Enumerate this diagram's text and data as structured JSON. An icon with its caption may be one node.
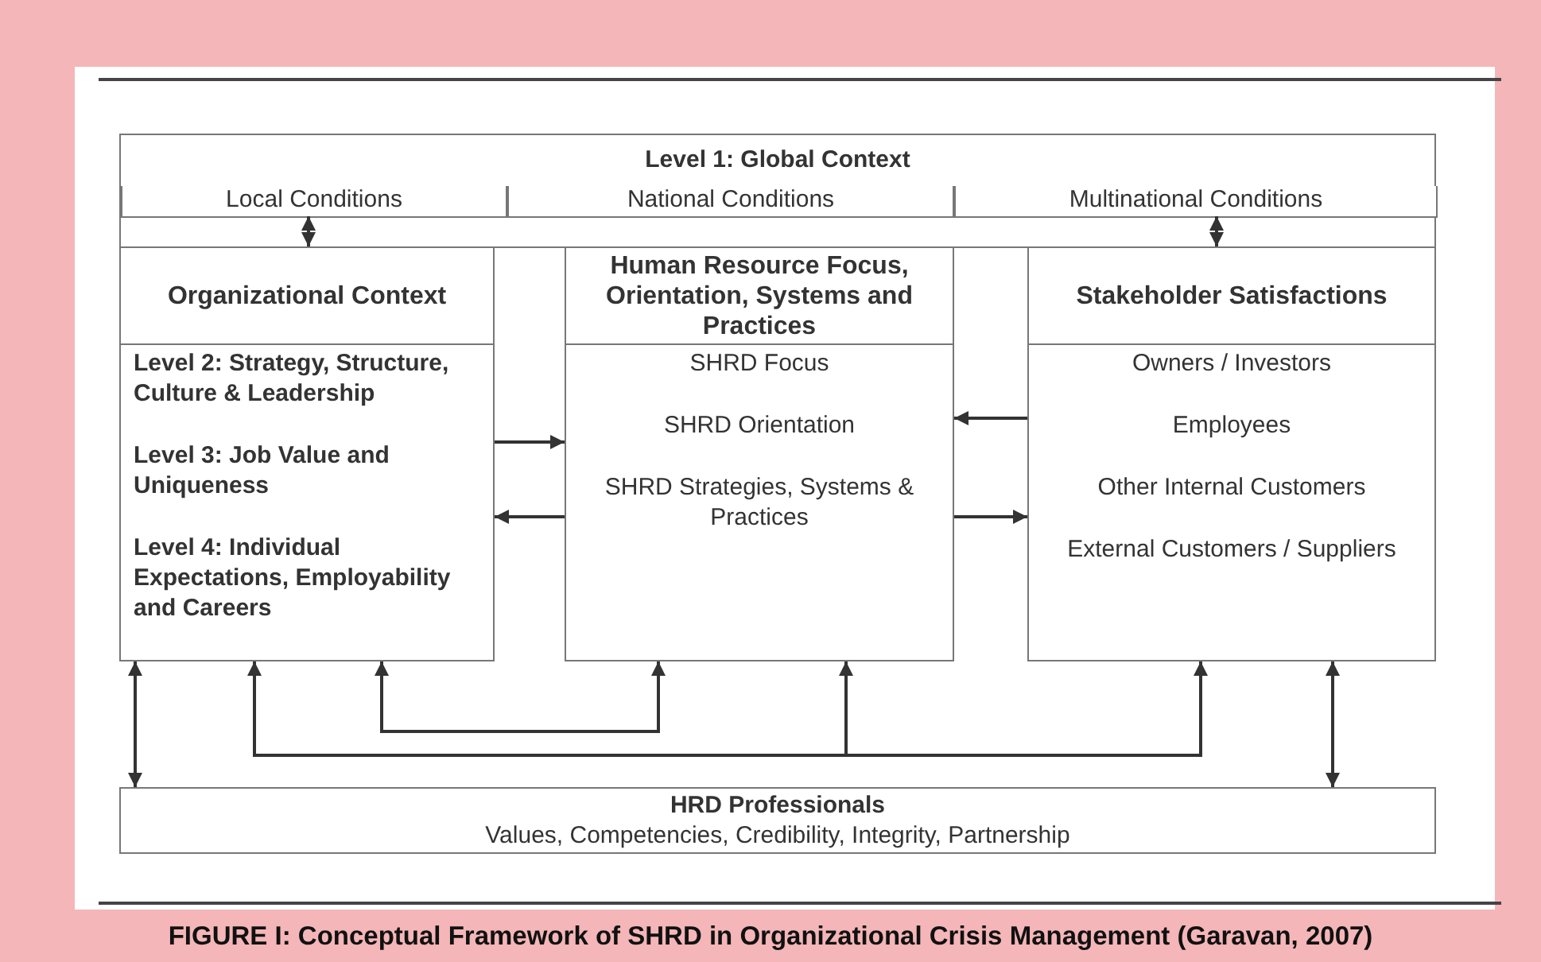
{
  "diagram": {
    "caption": "FIGURE I: Conceptual Framework of SHRD in Organizational Crisis Management (Garavan, 2007)",
    "nodes": [
      {
        "text": [
          "Level 1: Global Context"
        ]
      },
      {
        "text": [
          "Local Conditions"
        ],
        "in": 0
      },
      {
        "text": [
          "National Conditions"
        ],
        "in": 0
      },
      {
        "text": [
          "Multinational Conditions"
        ],
        "in": 0
      },
      {
        "text": [
          "Organizational Context",
          "Level 2: Strategy, Structure, Culture & Leadership",
          "Level 3: Job Value and Uniqueness",
          "Level 4: Individual Expectations, Employability and Careers"
        ]
      },
      {
        "text": [
          "Human Resource Focus, Orientation, Systems and Practices",
          "SHRD Focus",
          "SHRD Orientation",
          "SHRD Strategies, Systems & Practices"
        ]
      },
      {
        "text": [
          "Stakeholder Satisfactions",
          "Owners / Investors",
          "Employees",
          "Other Internal Customers",
          "External Customers / Suppliers"
        ]
      },
      {
        "text": [
          "HRD Professionals",
          "Values, Competencies, Credibility, Integrity, Partnership"
        ]
      }
    ],
    "edges": [
      {
        "from": 1,
        "to": 4,
        "arrow": "both"
      },
      {
        "from": 3,
        "to": 6,
        "arrow": "both"
      },
      {
        "from": 4,
        "to": 5,
        "arrow": "to"
      },
      {
        "from": 5,
        "to": 4,
        "arrow": "to"
      },
      {
        "from": 6,
        "to": 5,
        "arrow": "to"
      },
      {
        "from": 5,
        "to": 6,
        "arrow": "to"
      },
      {
        "from": 7,
        "to": 4,
        "arrow": "both"
      },
      {
        "from": 7,
        "to": 6,
        "arrow": "both"
      },
      {
        "from": 4,
        "to": 5,
        "arrow": "both"
      },
      {
        "from": null,
        "to": 4,
        "arrow": "to"
      },
      {
        "from": null,
        "to": 5,
        "arrow": "to"
      },
      {
        "from": null,
        "to": 6,
        "arrow": "to"
      }
    ]
  }
}
